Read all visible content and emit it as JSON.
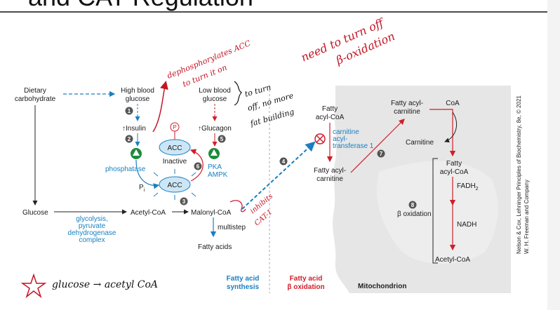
{
  "header_text": "and CAT Regulation",
  "labels": {
    "dietary_carbohydrate": [
      "Dietary",
      "carbohydrate"
    ],
    "high_blood_glucose": [
      "High blood",
      "glucose"
    ],
    "low_blood_glucose": [
      "Low blood",
      "glucose"
    ],
    "insulin": "↑Insulin",
    "glucagon": "↑Glucagon",
    "phosphatase": "phosphatase",
    "pka_ampk": [
      "PKA",
      "AMPK"
    ],
    "acc_top": "ACC",
    "acc_bottom": "ACC",
    "inactive": "Inactive",
    "p_circle": "P",
    "pi": "P",
    "pi_sub": "i",
    "glucose": "Glucose",
    "glycolysis": [
      "glycolysis,",
      "pyruvate",
      "dehydrogenase",
      "complex"
    ],
    "acetyl_coa": "Acetyl-CoA",
    "malonyl_coa": "Malonyl-CoA",
    "multistep": "multistep",
    "fatty_acids": "Fatty acids",
    "fatty_acyl_coa_cyto": [
      "Fatty",
      "acyl-CoA"
    ],
    "carnitine_acyltransferase": [
      "carnitine",
      "acyl-",
      "transferase 1"
    ],
    "fatty_acyl_carnitine_cyto": [
      "Fatty acyl-",
      "carnitine"
    ],
    "fatty_acyl_carnitine_mito": [
      "Fatty acyl-",
      "carnitine"
    ],
    "coa": "CoA",
    "carnitine": "Carnitine",
    "fatty_acyl_coa_mito": [
      "Fatty",
      "acyl-CoA"
    ],
    "fadh2": "FADH",
    "fadh2_sub": "2",
    "beta_oxidation": "β oxidation",
    "nadh": "NADH",
    "acetyl_coa_mito": "Acetyl-CoA",
    "legend_fa_synthesis": [
      "Fatty acid",
      "synthesis"
    ],
    "legend_fa_oxidation": [
      "Fatty acid",
      "β oxidation"
    ],
    "mitochondrion": "Mitochondrion",
    "credit": [
      "Nelson & Cox, Lehninger Principles of Biochemistry, 8e, © 2021",
      "W. H. Freeman and Company"
    ]
  },
  "steps": [
    "1",
    "2",
    "3",
    "4",
    "5",
    "6",
    "7",
    "8"
  ],
  "annotations": {
    "dephosphorylates": [
      "dephosphorylates ACC",
      "to turn it on"
    ],
    "turn_off": [
      "to turn",
      "off, no more",
      "fat building"
    ],
    "need_turn_off": [
      "need to turn off",
      "β-oxidation"
    ],
    "inhibits": [
      "inhibits",
      "CAT-1"
    ],
    "glucose_note": "glucose → acetyl CoA"
  },
  "colors": {
    "red": "#d11d2a",
    "blue": "#1a7fc1",
    "acc_fill": "#cde6f6",
    "mito_fill": "#e6e6e6",
    "enzyme_green": "#1e8a3c"
  }
}
